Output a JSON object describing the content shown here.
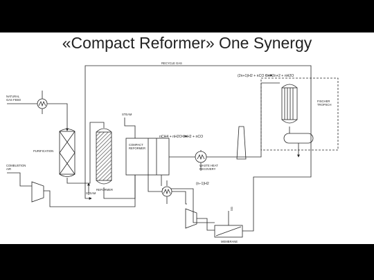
{
  "title": "«Compact Reformer» One Synergy",
  "labels": {
    "recycle_gas": "RECYCLE GAS",
    "natural_gas_feed_1": "NATURAL",
    "natural_gas_feed_2": "GAS FEED",
    "purification": "PURIFICATION",
    "combustion_air_1": "COMBUSTION",
    "combustion_air_2": "AIR",
    "steam_top": "STEAM",
    "steam_bottom": "STEAM",
    "reformer": "REFORMER",
    "compact_reformer_1": "COMPACT",
    "compact_reformer_2": "REFORMER",
    "waste_heat_1": "WASTE  HEAT",
    "waste_heat_2": "RECOVERY",
    "fischer_1": "FISCHER",
    "fischer_2": "TROPSCH",
    "membrane": "MEMBRANE",
    "stream_label": "SG"
  },
  "equations": {
    "ft_reaction": "(2n+1)H2  +  nCO        CnH2n+2  +  nH2O",
    "reforming_reaction": "nCH4  +  nH2O        3nH2  +  nCO",
    "hydrogen_recycle": "(n–1)H2"
  },
  "colors": {
    "background": "#000000",
    "slide": "#ffffff",
    "line": "#222222"
  }
}
